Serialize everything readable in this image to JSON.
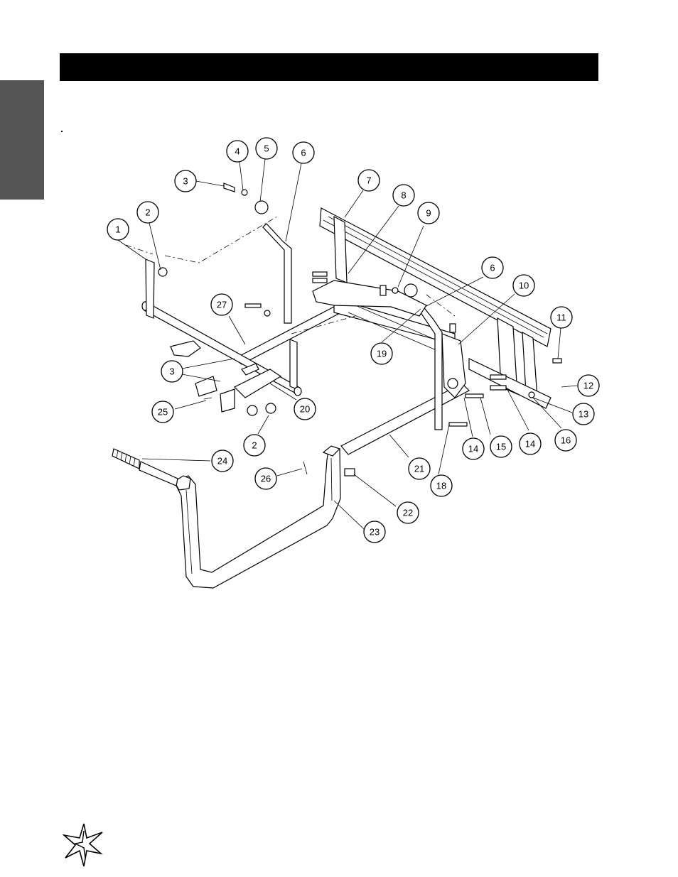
{
  "page": {
    "header_bar_color": "#000000",
    "side_tab_color": "#555555"
  },
  "diagram": {
    "callouts": [
      {
        "id": "c1",
        "label": "1"
      },
      {
        "id": "c2a",
        "label": "2"
      },
      {
        "id": "c3a",
        "label": "3"
      },
      {
        "id": "c4",
        "label": "4"
      },
      {
        "id": "c5",
        "label": "5"
      },
      {
        "id": "c6a",
        "label": "6"
      },
      {
        "id": "c7",
        "label": "7"
      },
      {
        "id": "c8",
        "label": "8"
      },
      {
        "id": "c9",
        "label": "9"
      },
      {
        "id": "c6b",
        "label": "6"
      },
      {
        "id": "c10",
        "label": "10"
      },
      {
        "id": "c11",
        "label": "11"
      },
      {
        "id": "c27",
        "label": "27"
      },
      {
        "id": "c19",
        "label": "19"
      },
      {
        "id": "c12",
        "label": "12"
      },
      {
        "id": "c3b",
        "label": "3"
      },
      {
        "id": "c13",
        "label": "13"
      },
      {
        "id": "c25",
        "label": "25"
      },
      {
        "id": "c20",
        "label": "20"
      },
      {
        "id": "c15",
        "label": "15"
      },
      {
        "id": "c14a",
        "label": "14"
      },
      {
        "id": "c14b",
        "label": "14"
      },
      {
        "id": "c16",
        "label": "16"
      },
      {
        "id": "c2b",
        "label": "2"
      },
      {
        "id": "c24",
        "label": "24"
      },
      {
        "id": "c21",
        "label": "21"
      },
      {
        "id": "c26",
        "label": "26"
      },
      {
        "id": "c18",
        "label": "18"
      },
      {
        "id": "c22",
        "label": "22"
      },
      {
        "id": "c23",
        "label": "23"
      }
    ]
  },
  "footer": {
    "logo_icon": "star-logo-icon"
  }
}
